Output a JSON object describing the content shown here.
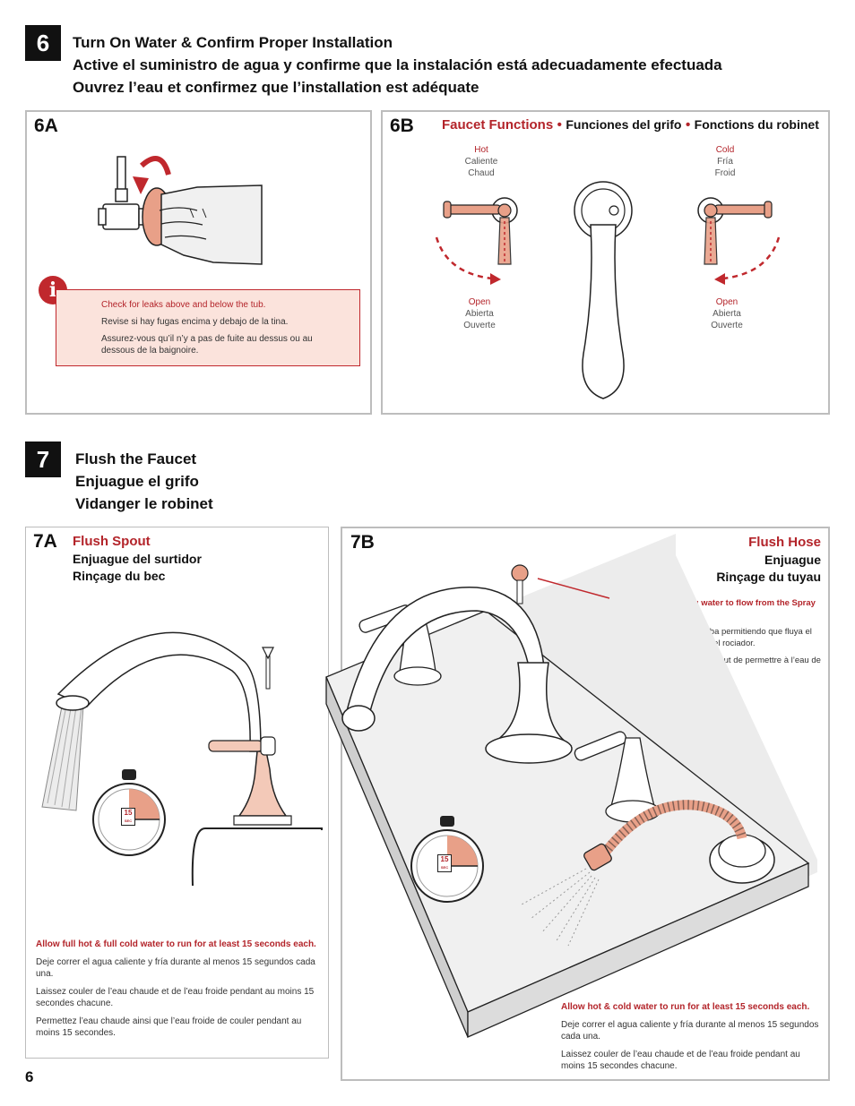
{
  "step6": {
    "number": "6",
    "title_en": "Turn On Water & Confirm Proper Installation",
    "title_es": "Active el suministro de agua y confirme que la instalación está adecuadamente efectuada",
    "title_fr": "Ouvrez l’eau et confirmez que l’installation est adéquate",
    "panel_a": {
      "label": "6A",
      "info_icon": "info-icon",
      "info_en": "Check for leaks above and below the tub.",
      "info_es": "Revise si hay fugas encima y debajo de la tina.",
      "info_fr": "Assurez-vous qu’il n’y a pas de fuite au dessus ou au dessous de la baignoire."
    },
    "panel_b": {
      "label": "6B",
      "heading_en": "Faucet Functions",
      "sep1": "•",
      "heading_es": "Funciones del grifo",
      "sep2": "•",
      "heading_fr": "Fonctions du robinet",
      "hot": {
        "en": "Hot",
        "es": "Caliente",
        "fr": "Chaud"
      },
      "cold": {
        "en": "Cold",
        "es": "Fría",
        "fr": "Froid"
      },
      "open_left": {
        "en": "Open",
        "es": "Abierta",
        "fr": "Ouverte"
      },
      "open_right": {
        "en": "Open",
        "es": "Abierta",
        "fr": "Ouverte"
      }
    }
  },
  "step7": {
    "number": "7",
    "title_en": "Flush the Faucet",
    "title_es": "Enjuague el grifo",
    "title_fr": "Vidanger le robinet",
    "panel_a": {
      "label": "7A",
      "heading_en": "Flush Spout",
      "heading_es": "Enjuague del surtidor",
      "heading_fr": "Rinçage du bec",
      "timer_text": "15",
      "timer_unit": "SEC",
      "note_en": "Allow full hot & full cold water to run for at least 15 seconds each.",
      "note_es": "Deje correr el agua caliente y fría durante al menos 15 segundos cada una.",
      "note_fr1": "Laissez couler de l’eau chaude et de l’eau froide pendant au moins 15 secondes chacune.",
      "note_fr2": "Permettez l’eau chaude ainsi que l’eau froide de couler pendant au moins 15 secondes."
    },
    "panel_b": {
      "label": "7B",
      "heading_en": "Flush Hose",
      "heading_es": "Enjuague",
      "heading_fr": "Rinçage du tuyau",
      "callout_en": "Lift Knob up allowing water to flow from the Spray Hose.",
      "callout_es": "Levante la perilla asía arriba permitiendo que fluya el agua desde la manguera del rociador.",
      "callout_fr": "Soulevez le bouton vers le haut de permettre à l’eau de découler du tuyau de jet.",
      "timer_text": "15",
      "timer_unit": "SEC",
      "note_en": "Allow hot & cold water to run for at least 15 seconds each.",
      "note_es": "Deje correr el agua caliente y fría durante al menos 15 segundos cada una.",
      "note_fr": "Laissez couler de l’eau chaude et de l’eau froide pendant au moins 15 secondes chacune."
    }
  },
  "page_number": "6",
  "colors": {
    "accent_red": "#b3242a",
    "copper": "#e8a088",
    "info_bg": "#fbe3dc"
  }
}
